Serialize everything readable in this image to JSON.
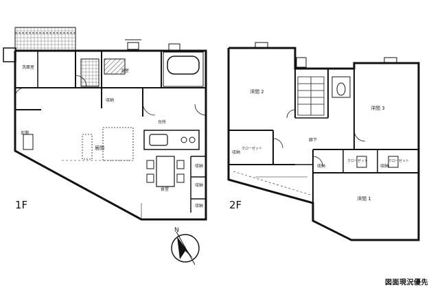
{
  "floors": {
    "first": {
      "tag": "1F",
      "rooms": {
        "washroom": "洗面室",
        "bath": "浴室",
        "storage_a": "収納",
        "living": "居間",
        "kitchen": "台所",
        "dining": "食堂",
        "storage_b": "収納",
        "storage_c": "収納",
        "storage_d": "収納",
        "shoes": "玄関"
      }
    },
    "second": {
      "tag": "2F",
      "rooms": {
        "western2": "洋間 2",
        "western3": "洋間 3",
        "western1": "洋間 1",
        "storage_a": "収納",
        "storage_b": "収納",
        "storage_c": "収納",
        "hall": "廊下",
        "closet_a": "クローゼット",
        "closet_b": "クローゼット",
        "closet_c": "クローゼット"
      }
    }
  },
  "compass": {
    "label": "N"
  },
  "footer": {
    "priority_note": "図面現況優先"
  }
}
